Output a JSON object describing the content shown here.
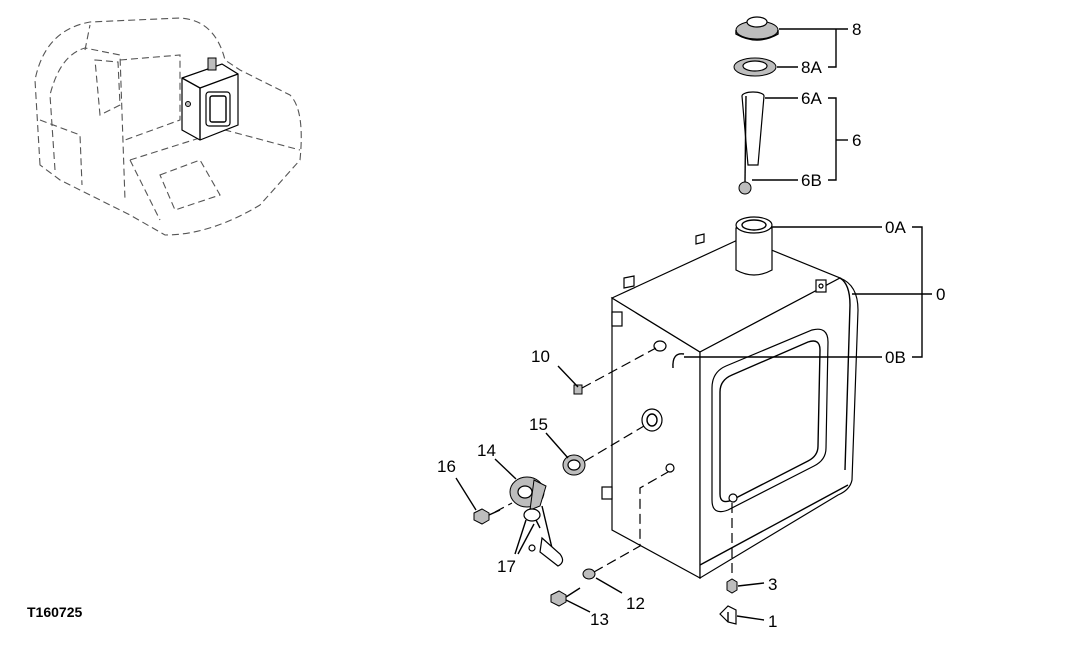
{
  "figure_id": "T160725",
  "callouts": {
    "c8": "8",
    "c8A": "8A",
    "c6A": "6A",
    "c6": "6",
    "c6B": "6B",
    "c0A": "0A",
    "c0": "0",
    "c0B": "0B",
    "c10": "10",
    "c15": "15",
    "c14": "14",
    "c16": "16",
    "c17": "17",
    "c12": "12",
    "c13": "13",
    "c3": "3",
    "c1": "1"
  }
}
